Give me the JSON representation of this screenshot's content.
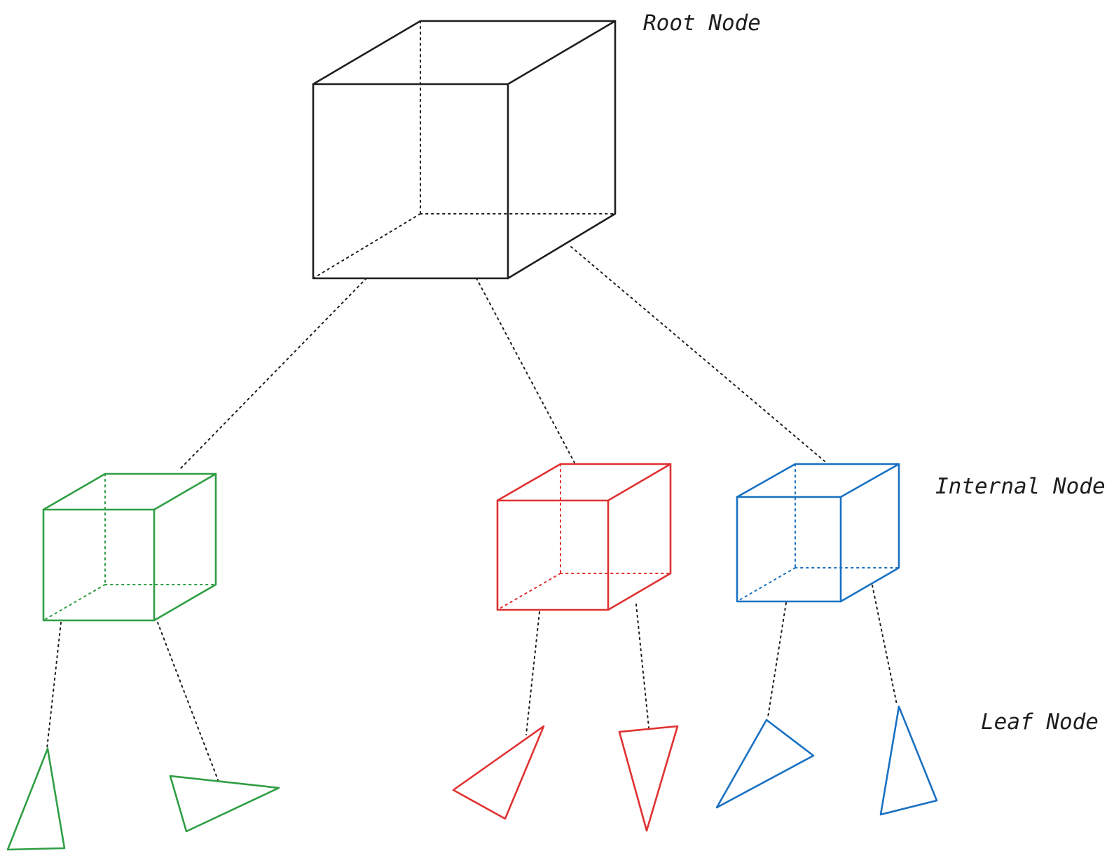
{
  "labels": {
    "root": "Root Node",
    "internal": "Internal Node",
    "leaf": "Leaf Node"
  },
  "colors": {
    "root": "#1e1e1e",
    "green": "#2f9e44",
    "red": "#e03131",
    "blue": "#1971c2"
  },
  "tree": {
    "root": {
      "children": [
        "internal-node-green",
        "internal-node-red",
        "internal-node-blue"
      ]
    },
    "internal_nodes": [
      {
        "id": "internal-node-green",
        "color": "green",
        "leaves": 2
      },
      {
        "id": "internal-node-red",
        "color": "red",
        "leaves": 2
      },
      {
        "id": "internal-node-blue",
        "color": "blue",
        "leaves": 2
      }
    ]
  }
}
